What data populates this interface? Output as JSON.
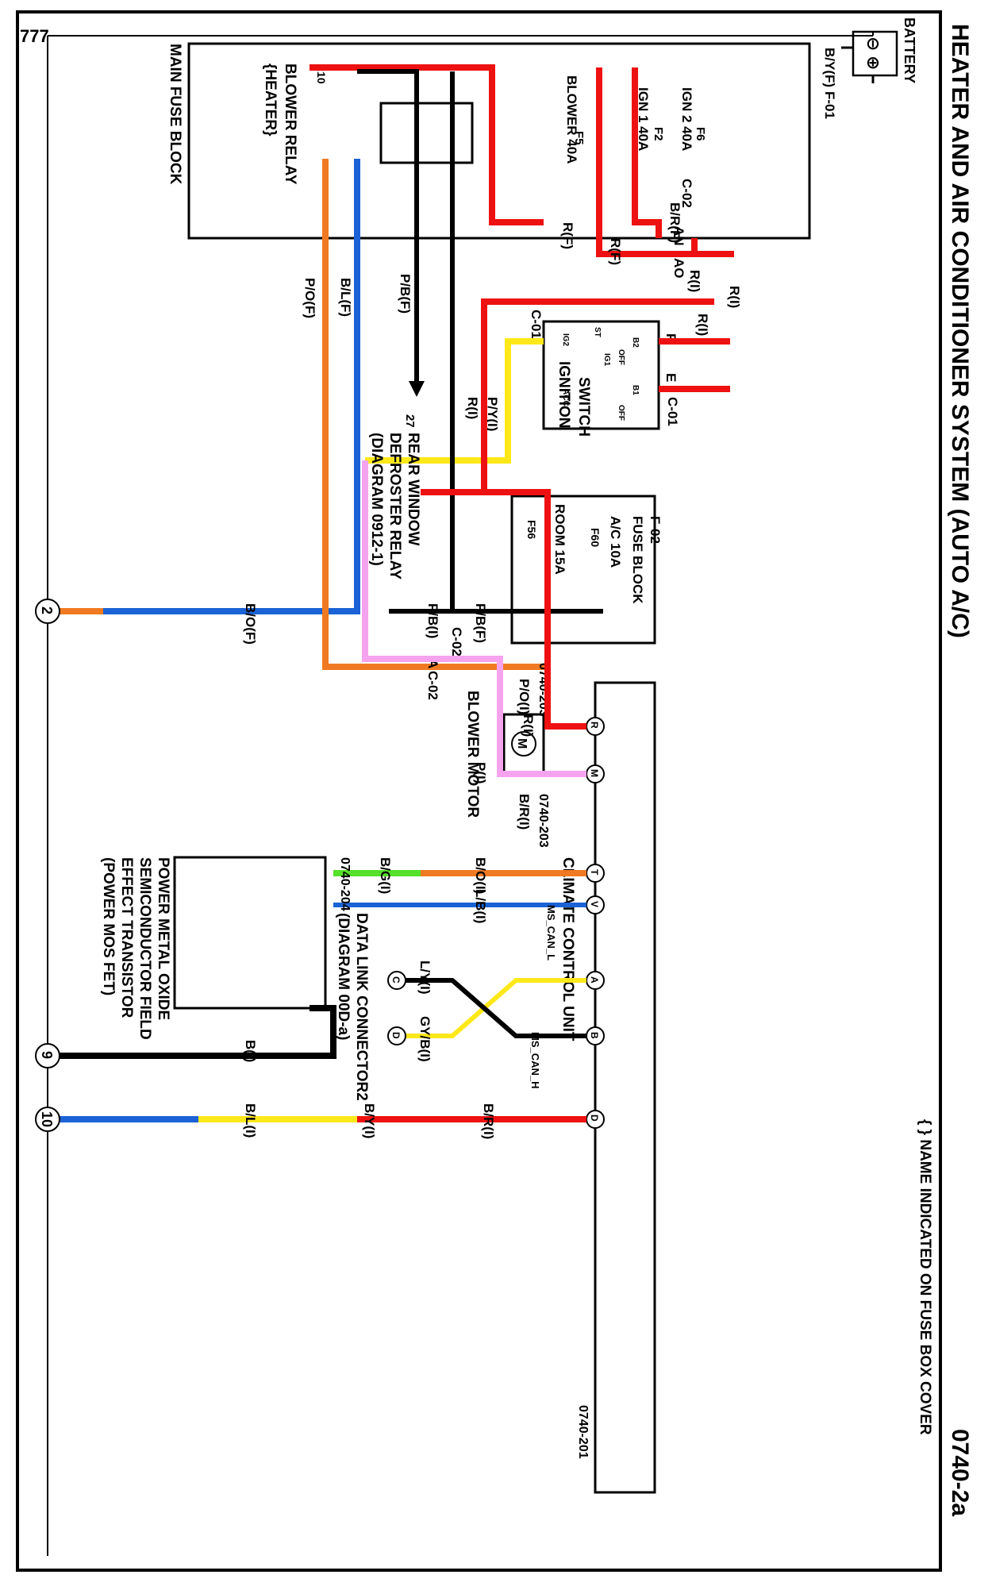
{
  "title": "HEATER AND AIR CONDITIONER SYSTEM (AUTO A/C)",
  "page_id": "0740-2a",
  "note": "{ } NAME INDICATED ON FUSE BOX COVER",
  "ground_label": "777",
  "battery": {
    "label": "BATTERY",
    "minus": "⊖",
    "plus": "⊕"
  },
  "main_fuse_block": {
    "label": "MAIN FUSE BLOCK",
    "connector": "F-01",
    "feed_wire": "B/Y(F)",
    "fuses": [
      {
        "code": "F6",
        "name": "IGN 2 40A"
      },
      {
        "code": "F2",
        "name": "IGN 1 40A"
      },
      {
        "code": "F5",
        "name": "BLOWER 40A"
      }
    ],
    "relay": {
      "code": "R10",
      "name": "BLOWER RELAY",
      "alt": "{HEATER}"
    }
  },
  "wires": {
    "br_f": "B/R(F)",
    "r_f": "R(F)",
    "r_f2": "R(F)",
    "r_i_1": "R(I)",
    "r_i_2": "R(I)",
    "r_i_3": "R(I)",
    "r_i_4": "R(I)",
    "r_i_5": "R(I)",
    "p_y": "P/Y(I)",
    "pb_f": "P/B(F)",
    "bl_f": "B/L(F)",
    "po_f": "P/O(F)",
    "pb_f2": "P/B(F)",
    "pb_i": "P/B(I)",
    "bo_f": "B/O(F)",
    "po_i": "P/O(I)",
    "br_i": "B/R(I)",
    "bo_i": "B/O(I)",
    "bg_i": "B/G(I)",
    "lb_i": "L/B(I)",
    "p_i": "P(I)",
    "ly_i": "L/Y(I)",
    "gyb_i": "GY/B(I)",
    "b_i": "B(I)",
    "bl_i": "B/L(I)",
    "by_i": "B/Y(I)",
    "br_i2": "B/R(I)"
  },
  "connectors": {
    "c02": "C-02",
    "c02_an": "AN",
    "c02_ao": "AO",
    "c01": "C-01",
    "c01b": "C-01",
    "c02_bot": "C-02",
    "c02_a": "A",
    "c02_mid": "C-02"
  },
  "ignition_switch": {
    "label_1": "IGNITION",
    "label_2": "SWITCH",
    "pin_f": "F",
    "pin_e": "E",
    "terms": [
      "B2",
      "B1",
      "IG1",
      "IG2",
      "ACC",
      "ST",
      "OFF",
      "OFF"
    ]
  },
  "fuse_block_f02": {
    "connector": "F-02",
    "label": "FUSE BLOCK",
    "fuses": [
      {
        "code": "F60",
        "name": "A/C 10A"
      },
      {
        "code": "F56",
        "name": "ROOM 15A"
      }
    ]
  },
  "rear_defroster": {
    "ref": "27",
    "line1": "REAR WINDOW",
    "line2": "DEFROSTER RELAY",
    "line3": "(DIAGRAM 0912-1)"
  },
  "blower_motor": {
    "label": "BLOWER MOTOR",
    "symbol": "M",
    "ref_top": "0740-203",
    "ref_bottom": "0740-203"
  },
  "climate_unit": {
    "label": "CLIMATE CONTROL UNIT",
    "ref": "0740-201",
    "pins": [
      "R",
      "M",
      "T",
      "V",
      "A",
      "B",
      "D"
    ],
    "can_l": "MS_CAN_L",
    "can_h": "MS_CAN_H"
  },
  "data_link": {
    "line1": "DATA LINK CONNECTOR2",
    "line2": "(DIAGRAM 00D-a)",
    "pin_c": "C",
    "pin_d": "D"
  },
  "mosfet": {
    "ref": "0740-204",
    "line1": "POWER METAL OXIDE",
    "line2": "SEMICONDUCTOR FIELD",
    "line3": "EFFECT TRANSISTOR",
    "line4": "(POWER MOS FET)"
  },
  "ground_nodes": [
    "2",
    "9",
    "10"
  ],
  "colors": {
    "red": "#ee1111",
    "orange": "#f07a22",
    "blue": "#1a62d6",
    "black": "#000000",
    "yellow": "#ffe81a",
    "pink": "#f5a3ee",
    "green": "#55e02a"
  }
}
